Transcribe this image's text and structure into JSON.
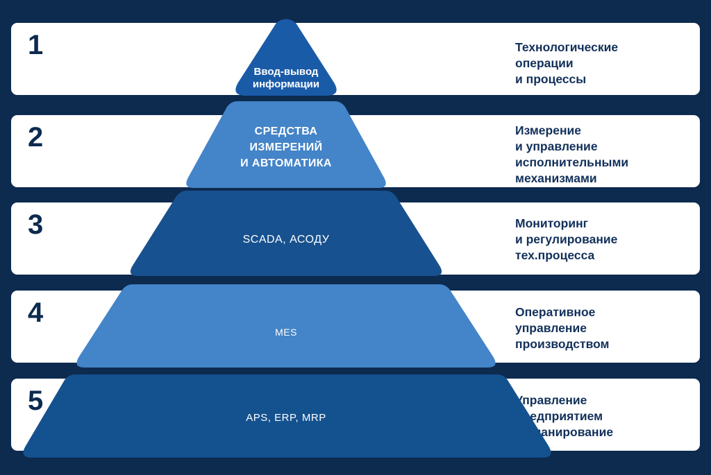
{
  "theme": {
    "background": "#0d2a4f",
    "row_background": "#ffffff",
    "number_color": "#0d2a4f",
    "description_color": "#12305a",
    "label_color": "#ffffff"
  },
  "diagram": {
    "type": "pyramid",
    "title": "",
    "levels": [
      {
        "number": "1",
        "label": "Ввод-вывод\nинформации",
        "description": "Технологические\nоперации\nи процессы",
        "color": "#1a5ba8"
      },
      {
        "number": "2",
        "label": "СРЕДСТВА\nИЗМЕРЕНИЙ\nИ АВТОМАТИКА",
        "description": "Измерение\nи управление\nисполнительными\nмеханизмами",
        "color": "#4484c8"
      },
      {
        "number": "3",
        "label": "SCADA, АСОДУ",
        "description": "Мониторинг\nи регулирование\nтех.процесса",
        "color": "#17518f"
      },
      {
        "number": "4",
        "label": "MES",
        "description": "Оперативное\nуправление\nпроизводством",
        "color": "#4484c8"
      },
      {
        "number": "5",
        "label": "APS, ERP, MRP",
        "description": "Управление\nпредприятием\nи планирование",
        "color": "#14518f"
      }
    ]
  }
}
